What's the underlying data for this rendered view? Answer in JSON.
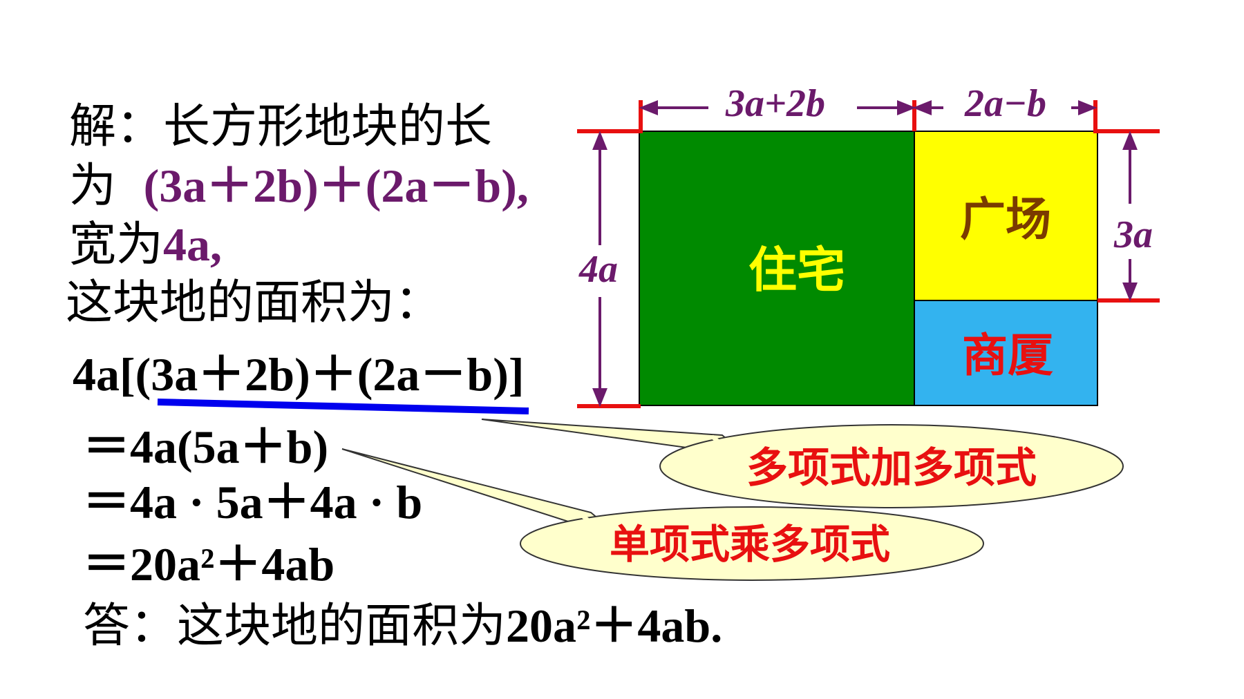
{
  "solution": {
    "line1": "解：长方形地块的长",
    "line2_prefix": "为 ",
    "length_expr": "(3a＋2b)＋(2a－b),",
    "line3_prefix": "宽为",
    "width_expr": "4a,",
    "line4": "这块地的面积为：",
    "step1": "4a[(3a＋2b)＋(2a－b)]",
    "step2": "＝4a(5a＋b)",
    "step3": "＝4a · 5a＋4a · b",
    "step4": "＝20a²＋4ab",
    "answer_prefix": "答：这块地的面积为",
    "answer_expr": "20a²＋4ab."
  },
  "callouts": {
    "poly_add": "多项式加多项式",
    "mono_times_poly": "单项式乘多项式"
  },
  "diagram": {
    "top_left_dim": "3a+2b",
    "top_right_dim": "2a−b",
    "left_dim": "4a",
    "right_dim": "3a",
    "residential": "住宅",
    "plaza": "广场",
    "commercial": "商厦"
  },
  "colors": {
    "green": "#008a00",
    "yellow": "#ffff00",
    "blue": "#33b3ef",
    "purple": "#6b1a6b",
    "red": "#e81010",
    "callout_fill": "#ffffcc"
  }
}
